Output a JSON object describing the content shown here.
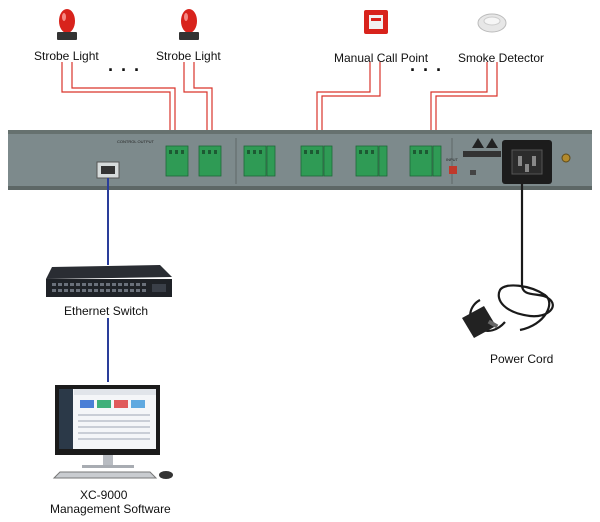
{
  "devices": {
    "strobe_light_1": {
      "label": "Strobe Light"
    },
    "strobe_light_2": {
      "label": "Strobe Light"
    },
    "manual_call_point": {
      "label": "Manual Call Point"
    },
    "smoke_detector": {
      "label": "Smoke Detector"
    },
    "ellipsis": "· · ·"
  },
  "ethernet_switch": {
    "label": "Ethernet Switch"
  },
  "power_cord": {
    "label": "Power Cord"
  },
  "software": {
    "line1": "XC-9000",
    "line2": "Management Software"
  },
  "panel": {
    "control_output_label": "CONTROL OUTPUT",
    "input_label": "INPUT",
    "colors": {
      "panel": "#7d8a8c",
      "terminal": "#2f9b55",
      "wire_red": "#d9342b",
      "wire_blue": "#2a3d9a"
    }
  }
}
